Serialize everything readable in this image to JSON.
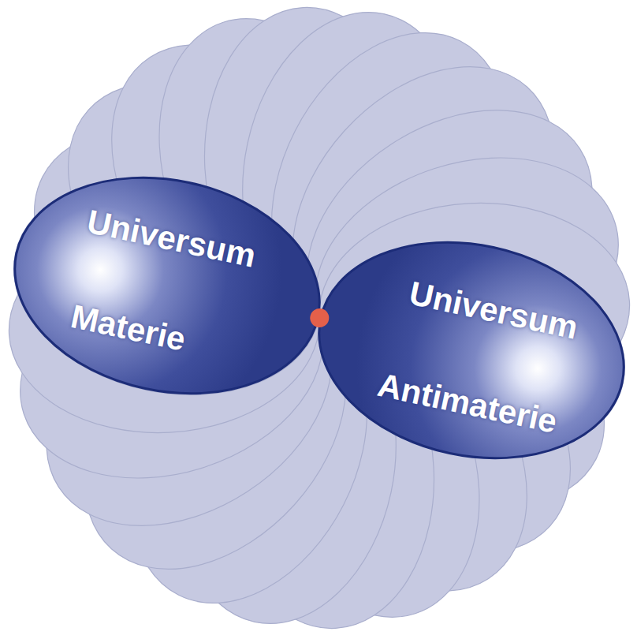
{
  "diagram": {
    "nodes": [
      {
        "text": [
          "Universum",
          "Materie"
        ]
      },
      {
        "text": [
          "Universum",
          "Antimaterie"
        ]
      }
    ]
  }
}
